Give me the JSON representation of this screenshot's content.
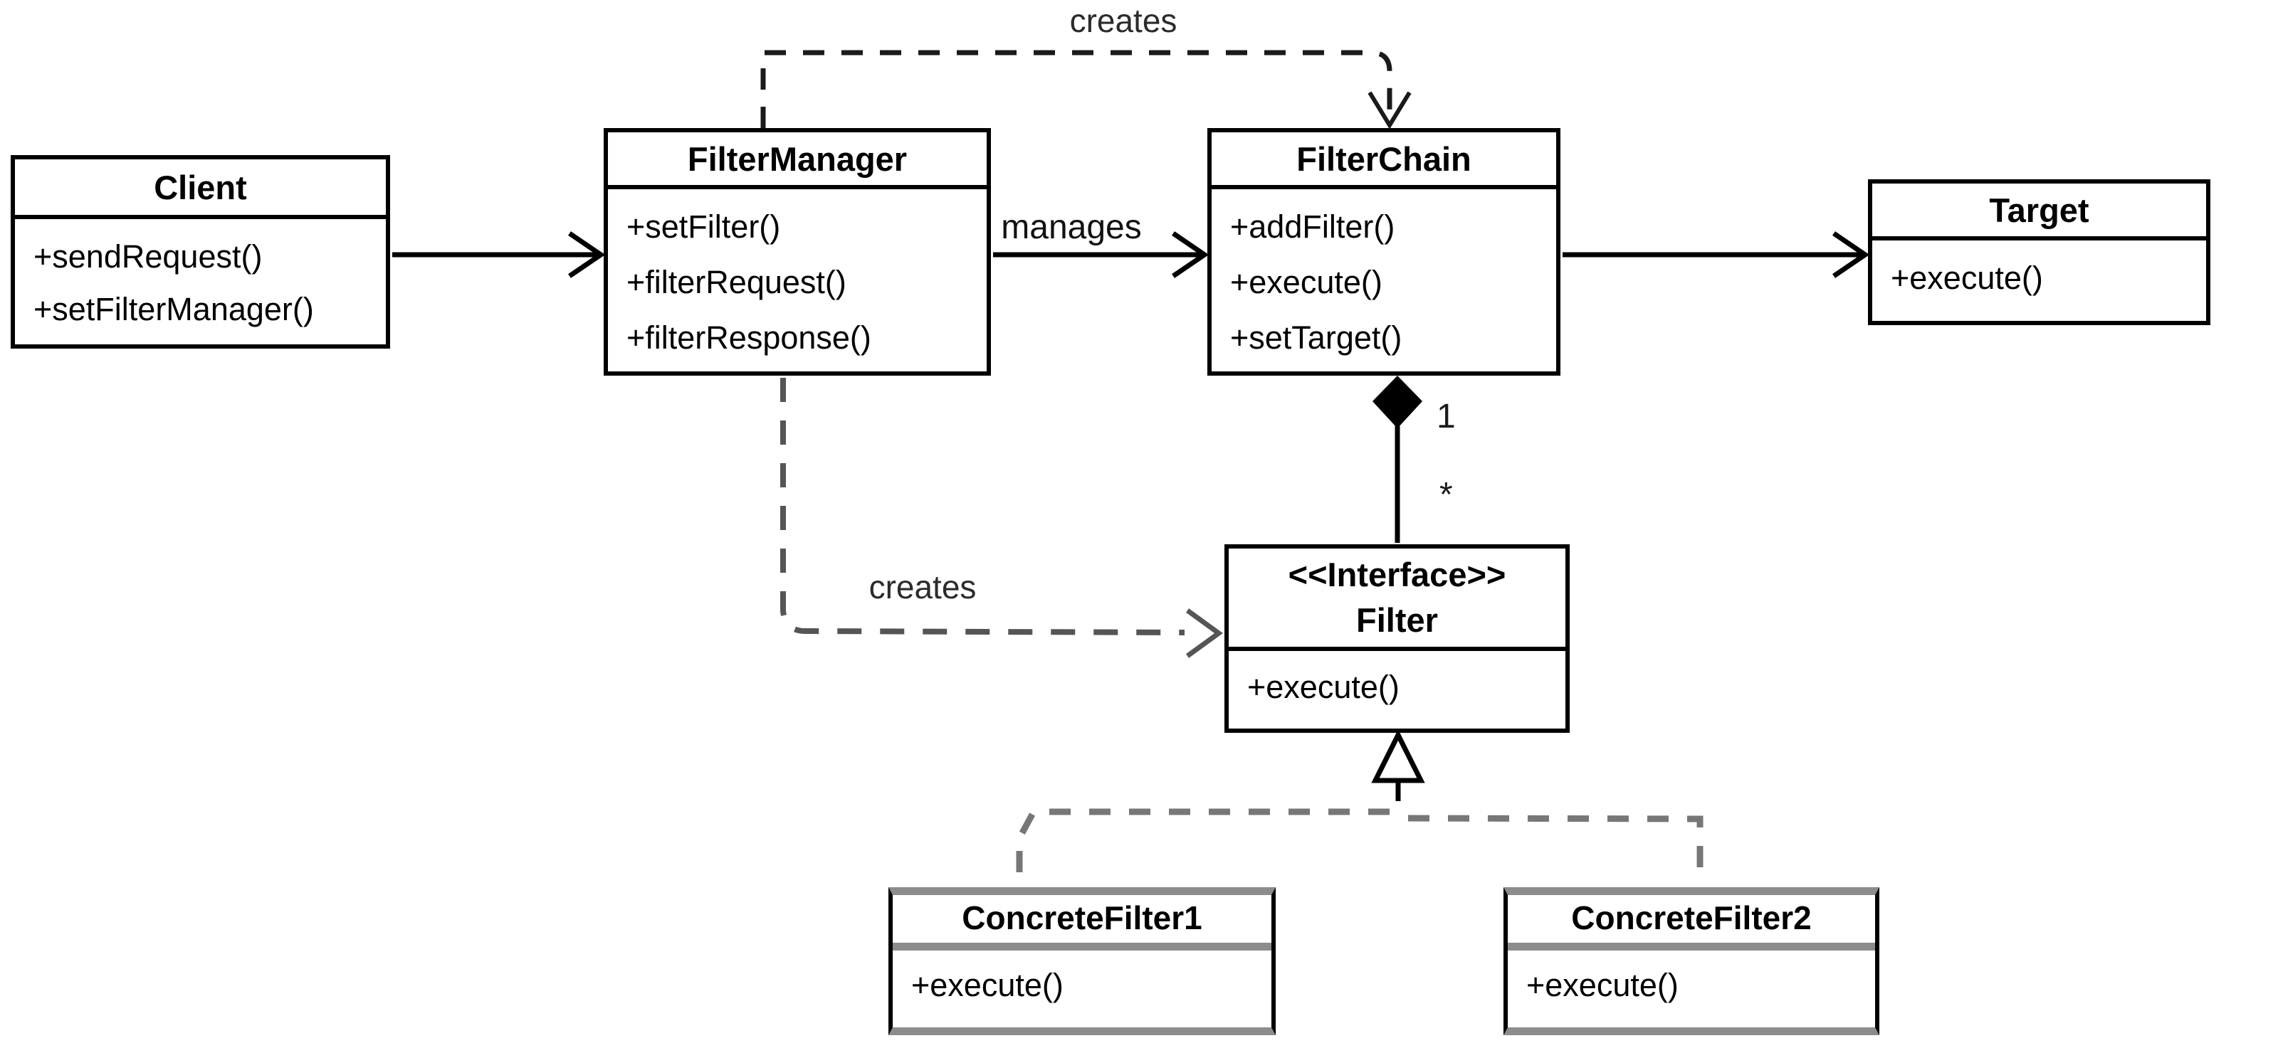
{
  "diagram": {
    "classes": {
      "client": {
        "name": "Client",
        "methods": [
          "+sendRequest()",
          "+setFilterManager()"
        ]
      },
      "filter_manager": {
        "name": "FilterManager",
        "methods": [
          "+setFilter()",
          "+filterRequest()",
          "+filterResponse()"
        ]
      },
      "filter_chain": {
        "name": "FilterChain",
        "methods": [
          "+addFilter()",
          "+execute()",
          "+setTarget()"
        ]
      },
      "target": {
        "name": "Target",
        "methods": [
          "+execute()"
        ]
      },
      "filter": {
        "stereotype": "<<Interface>>",
        "name": "Filter",
        "methods": [
          "+execute()"
        ]
      },
      "concrete_filter_1": {
        "name": "ConcreteFilter1",
        "methods": [
          "+execute()"
        ]
      },
      "concrete_filter_2": {
        "name": "ConcreteFilter2",
        "methods": [
          "+execute()"
        ]
      }
    },
    "labels": {
      "creates_top": "creates",
      "creates_bottom": "creates",
      "manages": "manages",
      "multiplicity_one": "1",
      "multiplicity_many": "*"
    },
    "colors": {
      "line": "#000000",
      "dashed_dark": "#1a1a1a",
      "dashed_gray": "#777777",
      "concrete_rule_gray": "#8c8c8c",
      "background": "#ffffff"
    }
  }
}
